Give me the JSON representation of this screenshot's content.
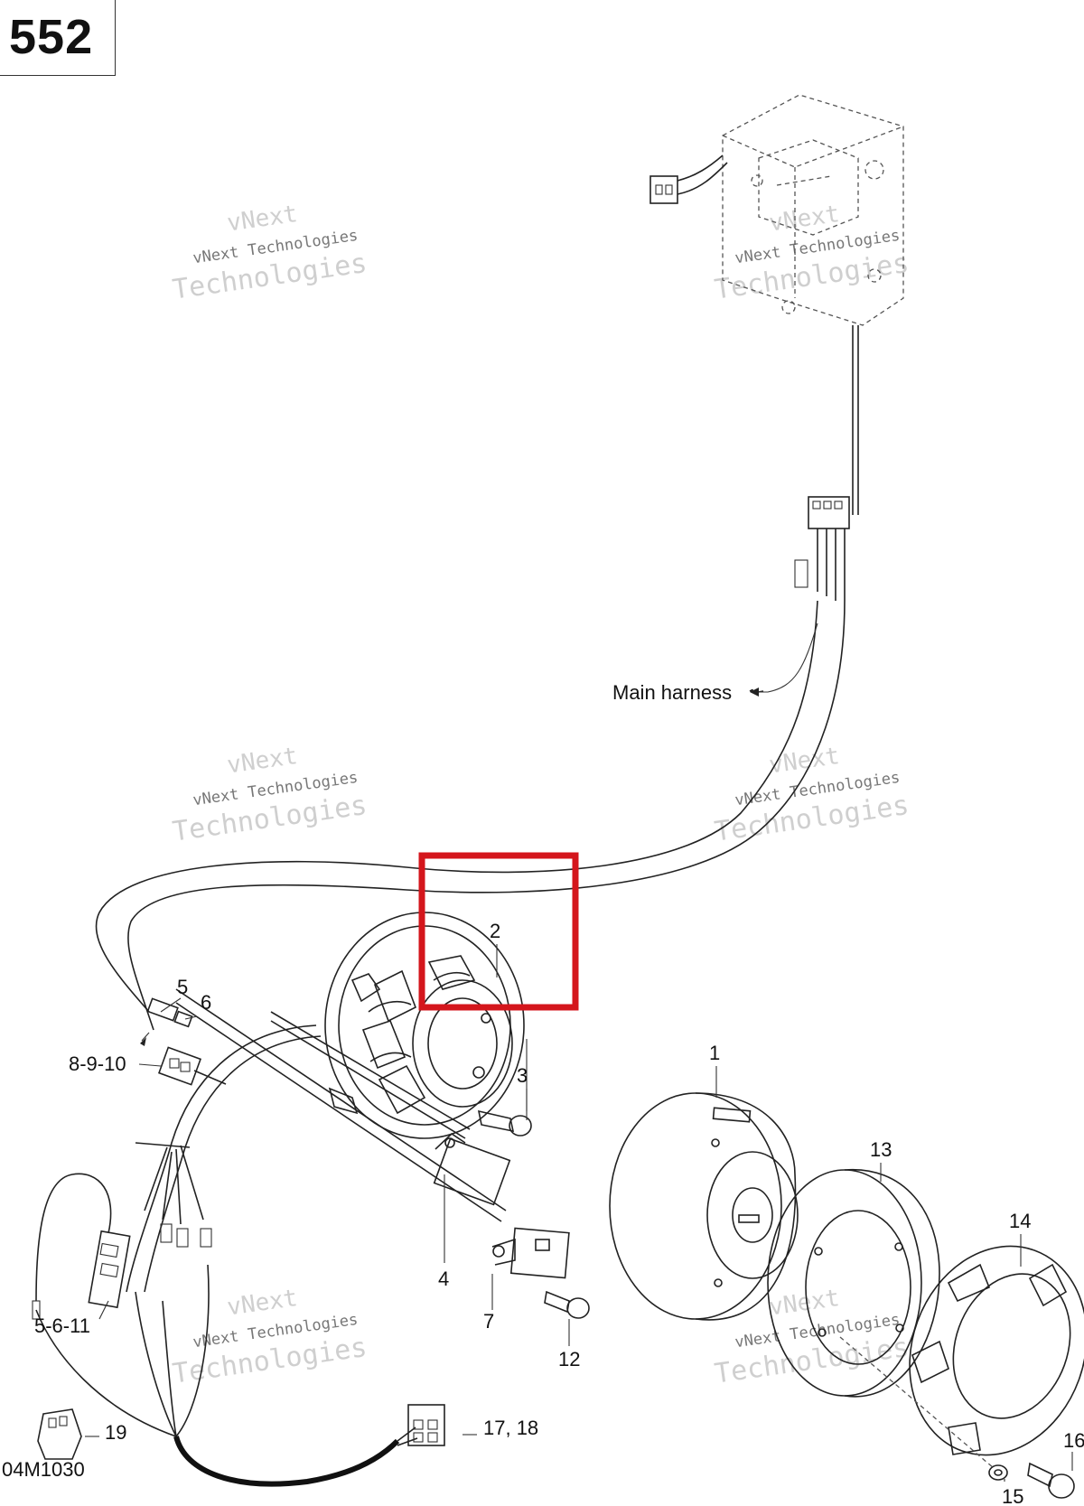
{
  "page": {
    "number": "552",
    "drawing_code": "04M1030"
  },
  "watermark": {
    "line1": "vNext",
    "line2": "vNext Technologies",
    "line3": "Technologies"
  },
  "callouts": {
    "main_harness": "Main harness",
    "c1": "1",
    "c2": "2",
    "c3": "3",
    "c4": "4",
    "c5": "5",
    "c6": "6",
    "c7": "7",
    "c8_9_10": "8-9-10",
    "c5_6_11": "5-6-11",
    "c12": "12",
    "c13": "13",
    "c14": "14",
    "c15": "15",
    "c16": "16",
    "c17_18": "17, 18",
    "c19": "19"
  },
  "highlight": {
    "color": "#d4161c",
    "target": "2"
  }
}
